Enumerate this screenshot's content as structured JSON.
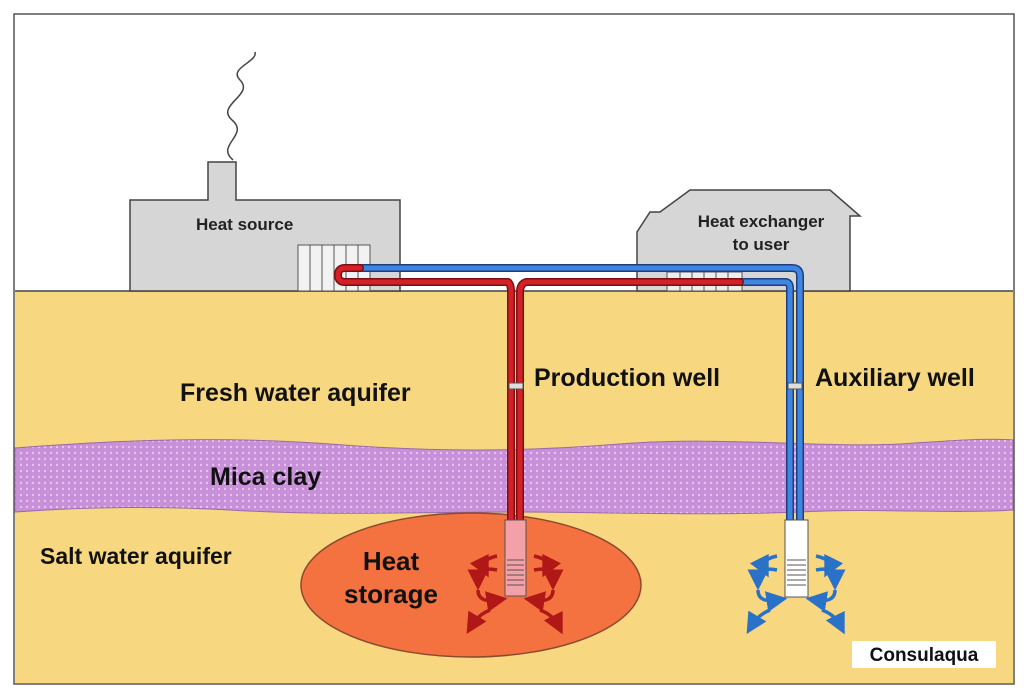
{
  "labels": {
    "heat_source": "Heat source",
    "heat_exchanger_line1": "Heat exchanger",
    "heat_exchanger_line2": "to user",
    "fresh_water_aquifer": "Fresh water aquifer",
    "production_well": "Production well",
    "auxiliary_well": "Auxiliary well",
    "mica_clay": "Mica clay",
    "salt_water_aquifer": "Salt water aquifer",
    "heat_storage_line1": "Heat",
    "heat_storage_line2": "storage",
    "credit": "Consulaqua"
  },
  "colors": {
    "sky": "#ffffff",
    "sand": "#f7d77f",
    "clay": "#c890d8",
    "heat_storage": "#f47140",
    "hot_pipe": "#d42027",
    "cold_pipe": "#2f6fd0",
    "building": "#d6d6d6"
  }
}
